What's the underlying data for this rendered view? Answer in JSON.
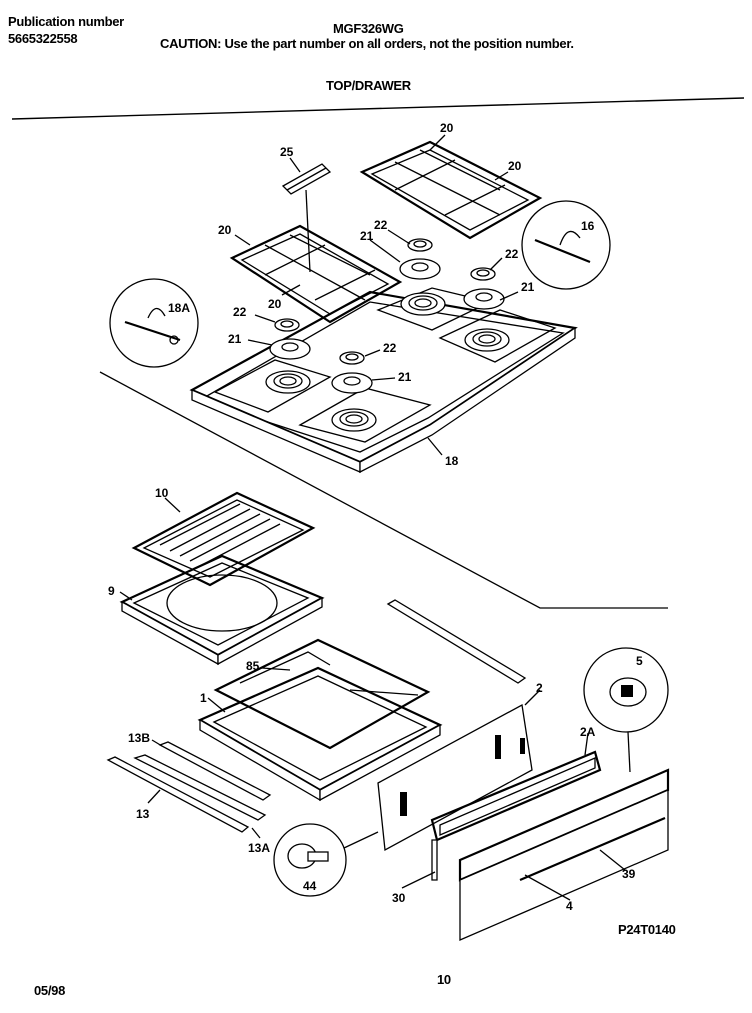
{
  "header": {
    "publication_label": "Publication number",
    "publication_number": "5665322558",
    "model": "MGF326WG",
    "caution": "CAUTION:  Use the part number on all orders, not the position number.",
    "section_title": "TOP/DRAWER"
  },
  "footer": {
    "page_number": "10",
    "date": "05/98",
    "figure_code": "P24T0140"
  },
  "callouts": {
    "grate_top": "20",
    "grate_right": "20",
    "grate_left": "20",
    "grate_mid": "20",
    "part_25": "25",
    "cap_22_a": "22",
    "cap_22_b": "22",
    "cap_22_c": "22",
    "cap_22_d": "22",
    "head_21_a": "21",
    "head_21_b": "21",
    "head_21_c": "21",
    "head_21_d": "21",
    "part_18": "18",
    "part_18a": "18A",
    "part_16": "16",
    "part_10": "10",
    "part_9": "9",
    "part_85": "85",
    "part_1": "1",
    "part_2": "2",
    "part_2a": "2A",
    "part_5": "5",
    "part_13b": "13B",
    "part_13": "13",
    "part_13a": "13A",
    "part_44": "44",
    "part_30": "30",
    "part_4": "4",
    "part_39": "39"
  }
}
